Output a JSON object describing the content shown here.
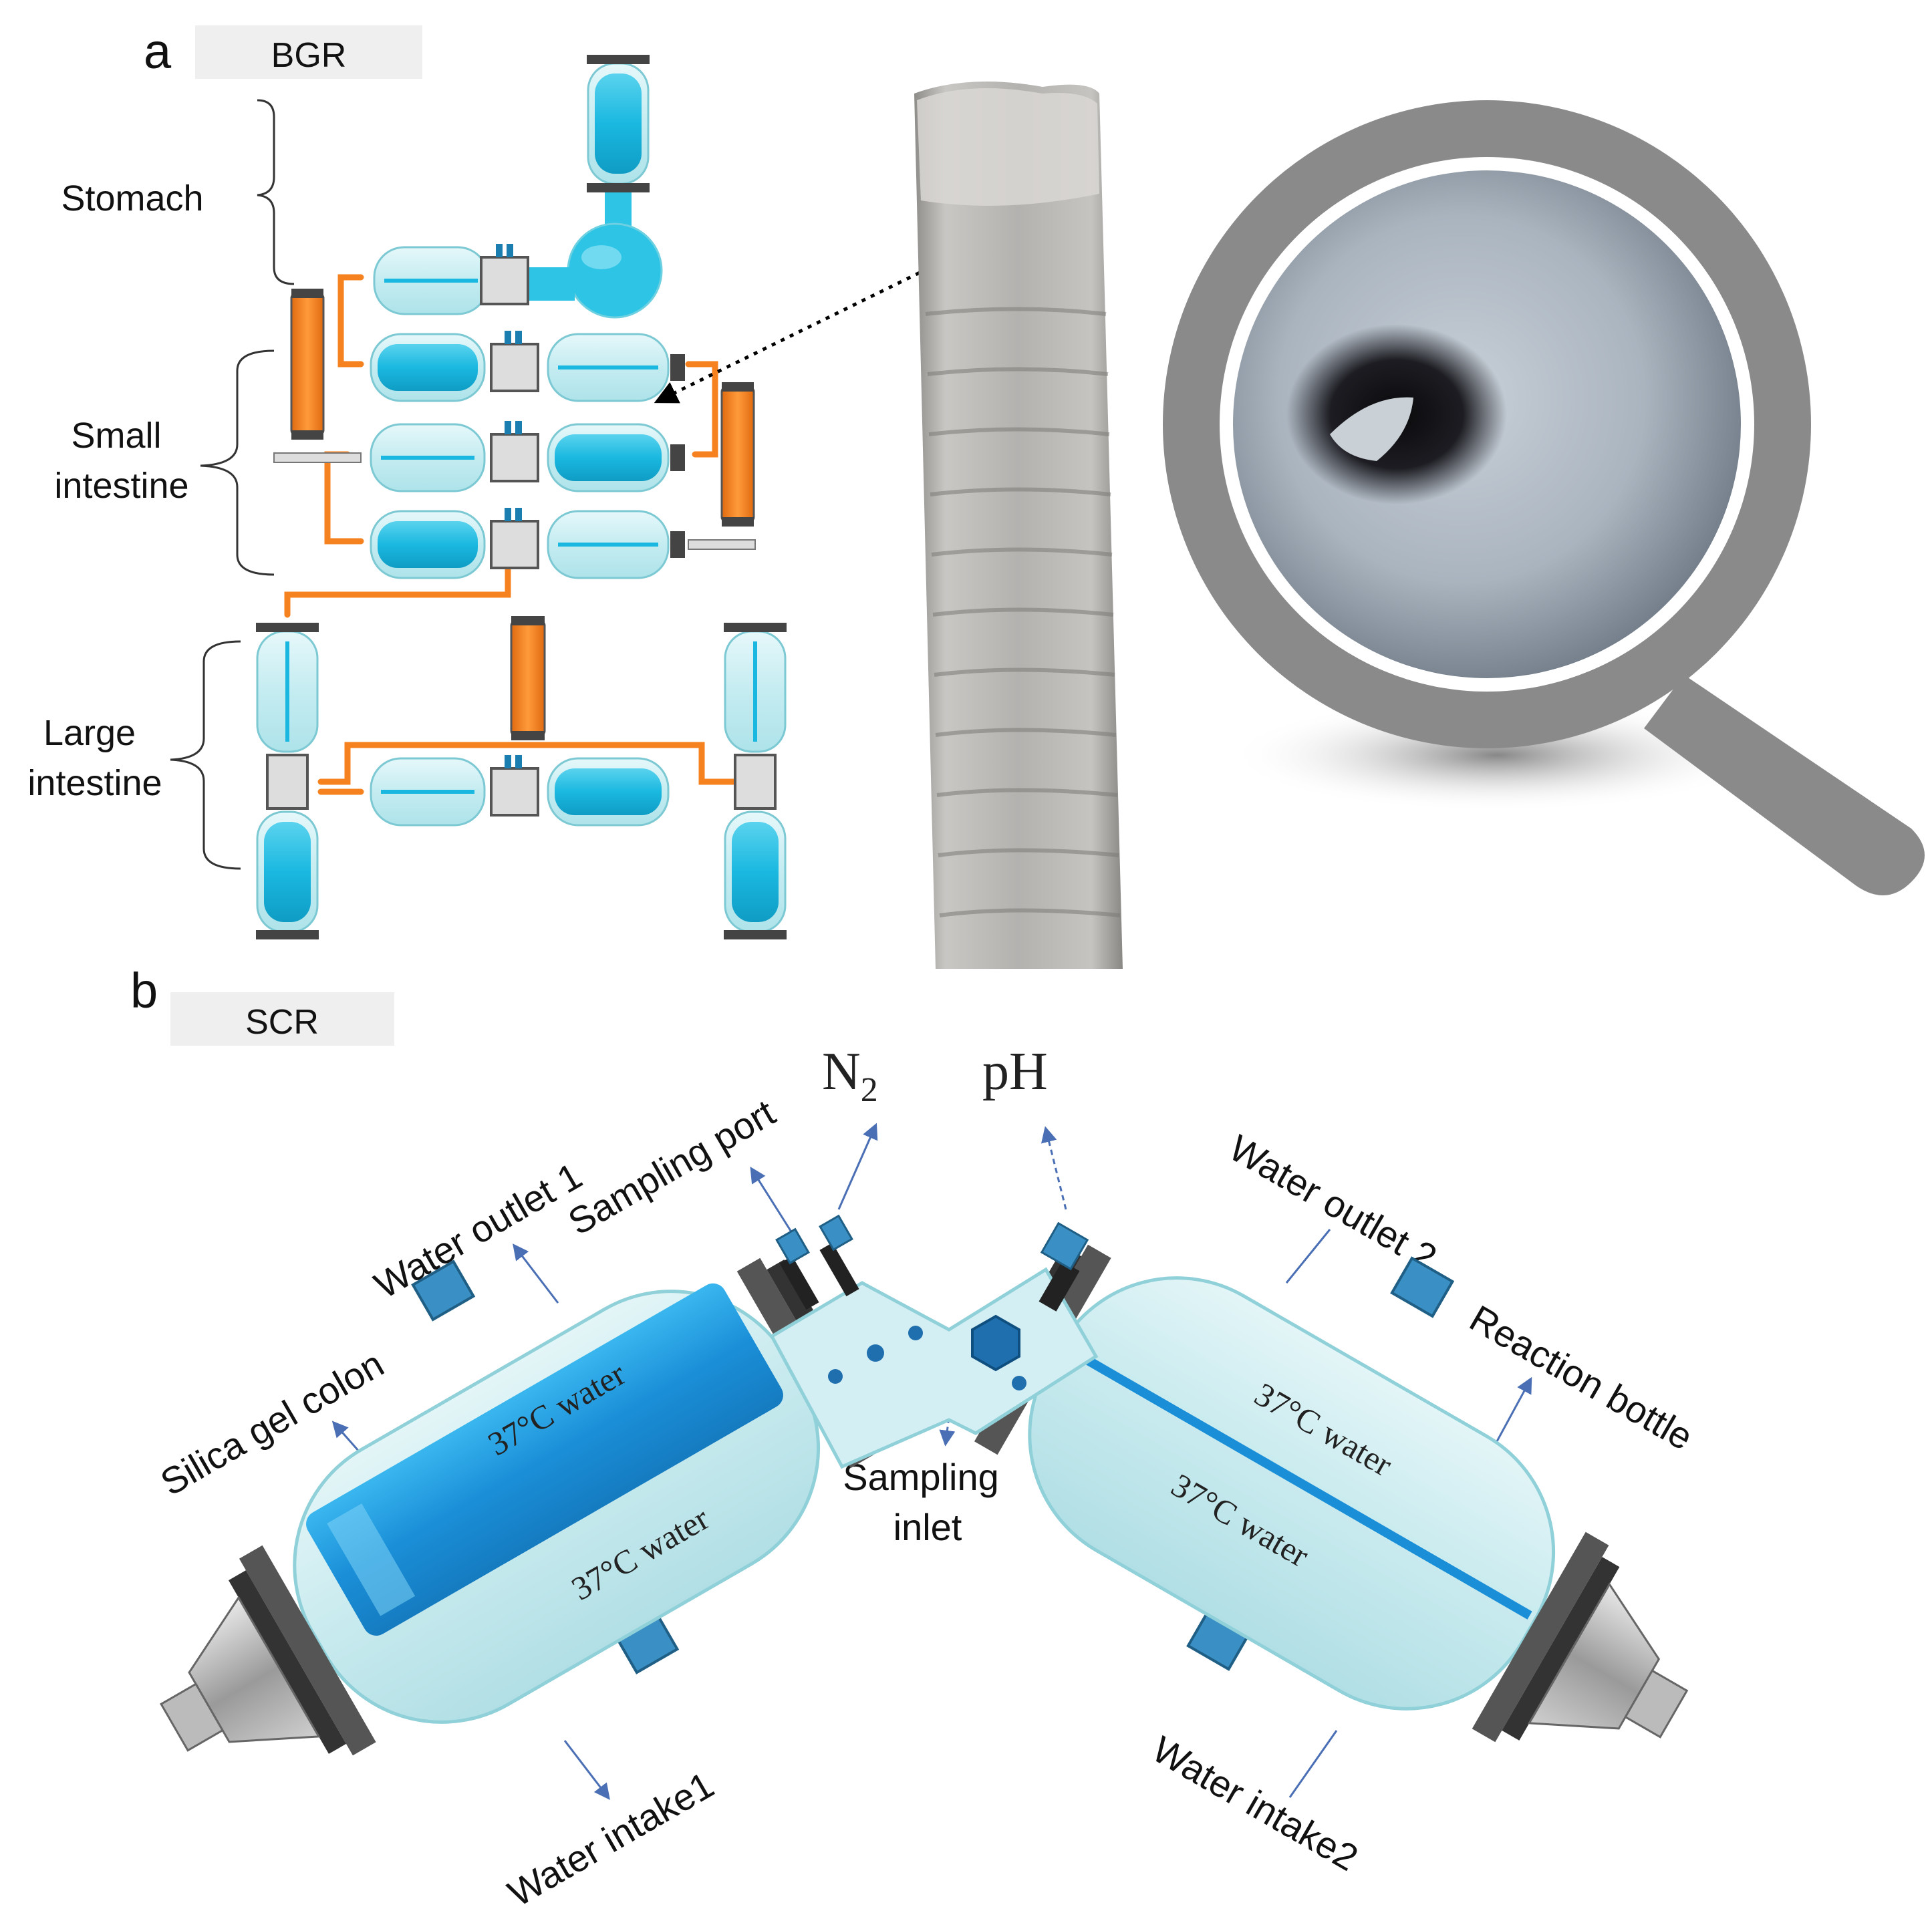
{
  "panel_a": {
    "letter": "a",
    "tag": "BGR",
    "stomach": "Stomach",
    "small_1": "Small",
    "small_2": "intestine",
    "large_1": "Large",
    "large_2": "intestine"
  },
  "panel_b": {
    "letter": "b",
    "tag": "SCR",
    "n2": "N",
    "n2_sub": "2",
    "ph": "pH",
    "sampling_port": "Sampling port",
    "water_outlet_1": "Water outlet 1",
    "water_outlet_2": "Water outlet 2",
    "silica_gel_colon": "Silica gel colon",
    "reaction_bottle": "Reaction bottle",
    "sampling_inlet_1": "Sampling",
    "sampling_inlet_2": "inlet",
    "water_intake_1": "Water intake1",
    "water_intake_2": "Water intake2",
    "water_37c": "37°C water"
  },
  "colors": {
    "vessel_fill": "#cdeef2",
    "water_blue": "#1ab8e0",
    "tube_orange": "#f5821f",
    "column_blue": "#1a8fd8",
    "metal": "#555555",
    "magnifier": "#8a8a8a"
  }
}
